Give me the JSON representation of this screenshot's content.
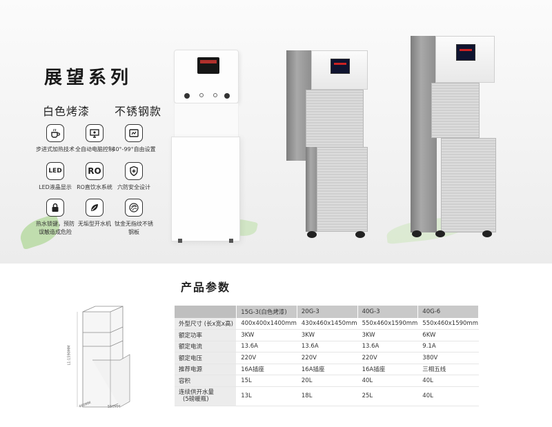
{
  "hero": {
    "series_title": "展望系列",
    "finish_white": "白色烤漆",
    "finish_steel": "不锈钢款",
    "features": [
      {
        "icon": "coffee-cup-icon",
        "label": "步进式加热技术"
      },
      {
        "icon": "monitor-icon",
        "label": "全自动电脑控制"
      },
      {
        "icon": "temperature-screen-icon",
        "label": "40°-99°自由设置"
      },
      {
        "icon": "led-icon",
        "icon_text": "LED",
        "label": "LED液晶显示"
      },
      {
        "icon": "ro-icon",
        "icon_text": "RO",
        "label": "RO直饮水系统"
      },
      {
        "icon": "shield-plus-icon",
        "label": "六防安全设计"
      },
      {
        "icon": "lock-icon",
        "label": "热水锁键，预防误触造成危险"
      },
      {
        "icon": "leaf-icon",
        "label": "无垢型开水机"
      },
      {
        "icon": "anti-fingerprint-icon",
        "label": "钛金无指纹不锈钢板"
      }
    ]
  },
  "params": {
    "title": "产品参数",
    "sketch_labels": {
      "height": "L1:1590MM",
      "depth": "460MM",
      "width": "550MM"
    },
    "columns": [
      "",
      "15G-3(白色烤漆)",
      "20G-3",
      "40G-3",
      "40G-6"
    ],
    "rows": [
      {
        "label": "外型尺寸 (长x宽x高)",
        "values": [
          "400x400x1400mm",
          "430x460x1450mm",
          "550x460x1590mm",
          "550x460x1590mm"
        ]
      },
      {
        "label": "额定功率",
        "values": [
          "3KW",
          "3KW",
          "3KW",
          "6KW"
        ]
      },
      {
        "label": "额定电流",
        "values": [
          "13.6A",
          "13.6A",
          "13.6A",
          "9.1A"
        ]
      },
      {
        "label": "额定电压",
        "values": [
          "220V",
          "220V",
          "220V",
          "380V"
        ]
      },
      {
        "label": "推荐电源",
        "values": [
          "16A插座",
          "16A插座",
          "16A插座",
          "三相五线"
        ]
      },
      {
        "label": "容积",
        "values": [
          "15L",
          "20L",
          "40L",
          "40L"
        ]
      },
      {
        "label": "连续供开水量",
        "label2": "(5磅暖瓶)",
        "values": [
          "13L",
          "18L",
          "25L",
          "40L"
        ]
      }
    ]
  }
}
